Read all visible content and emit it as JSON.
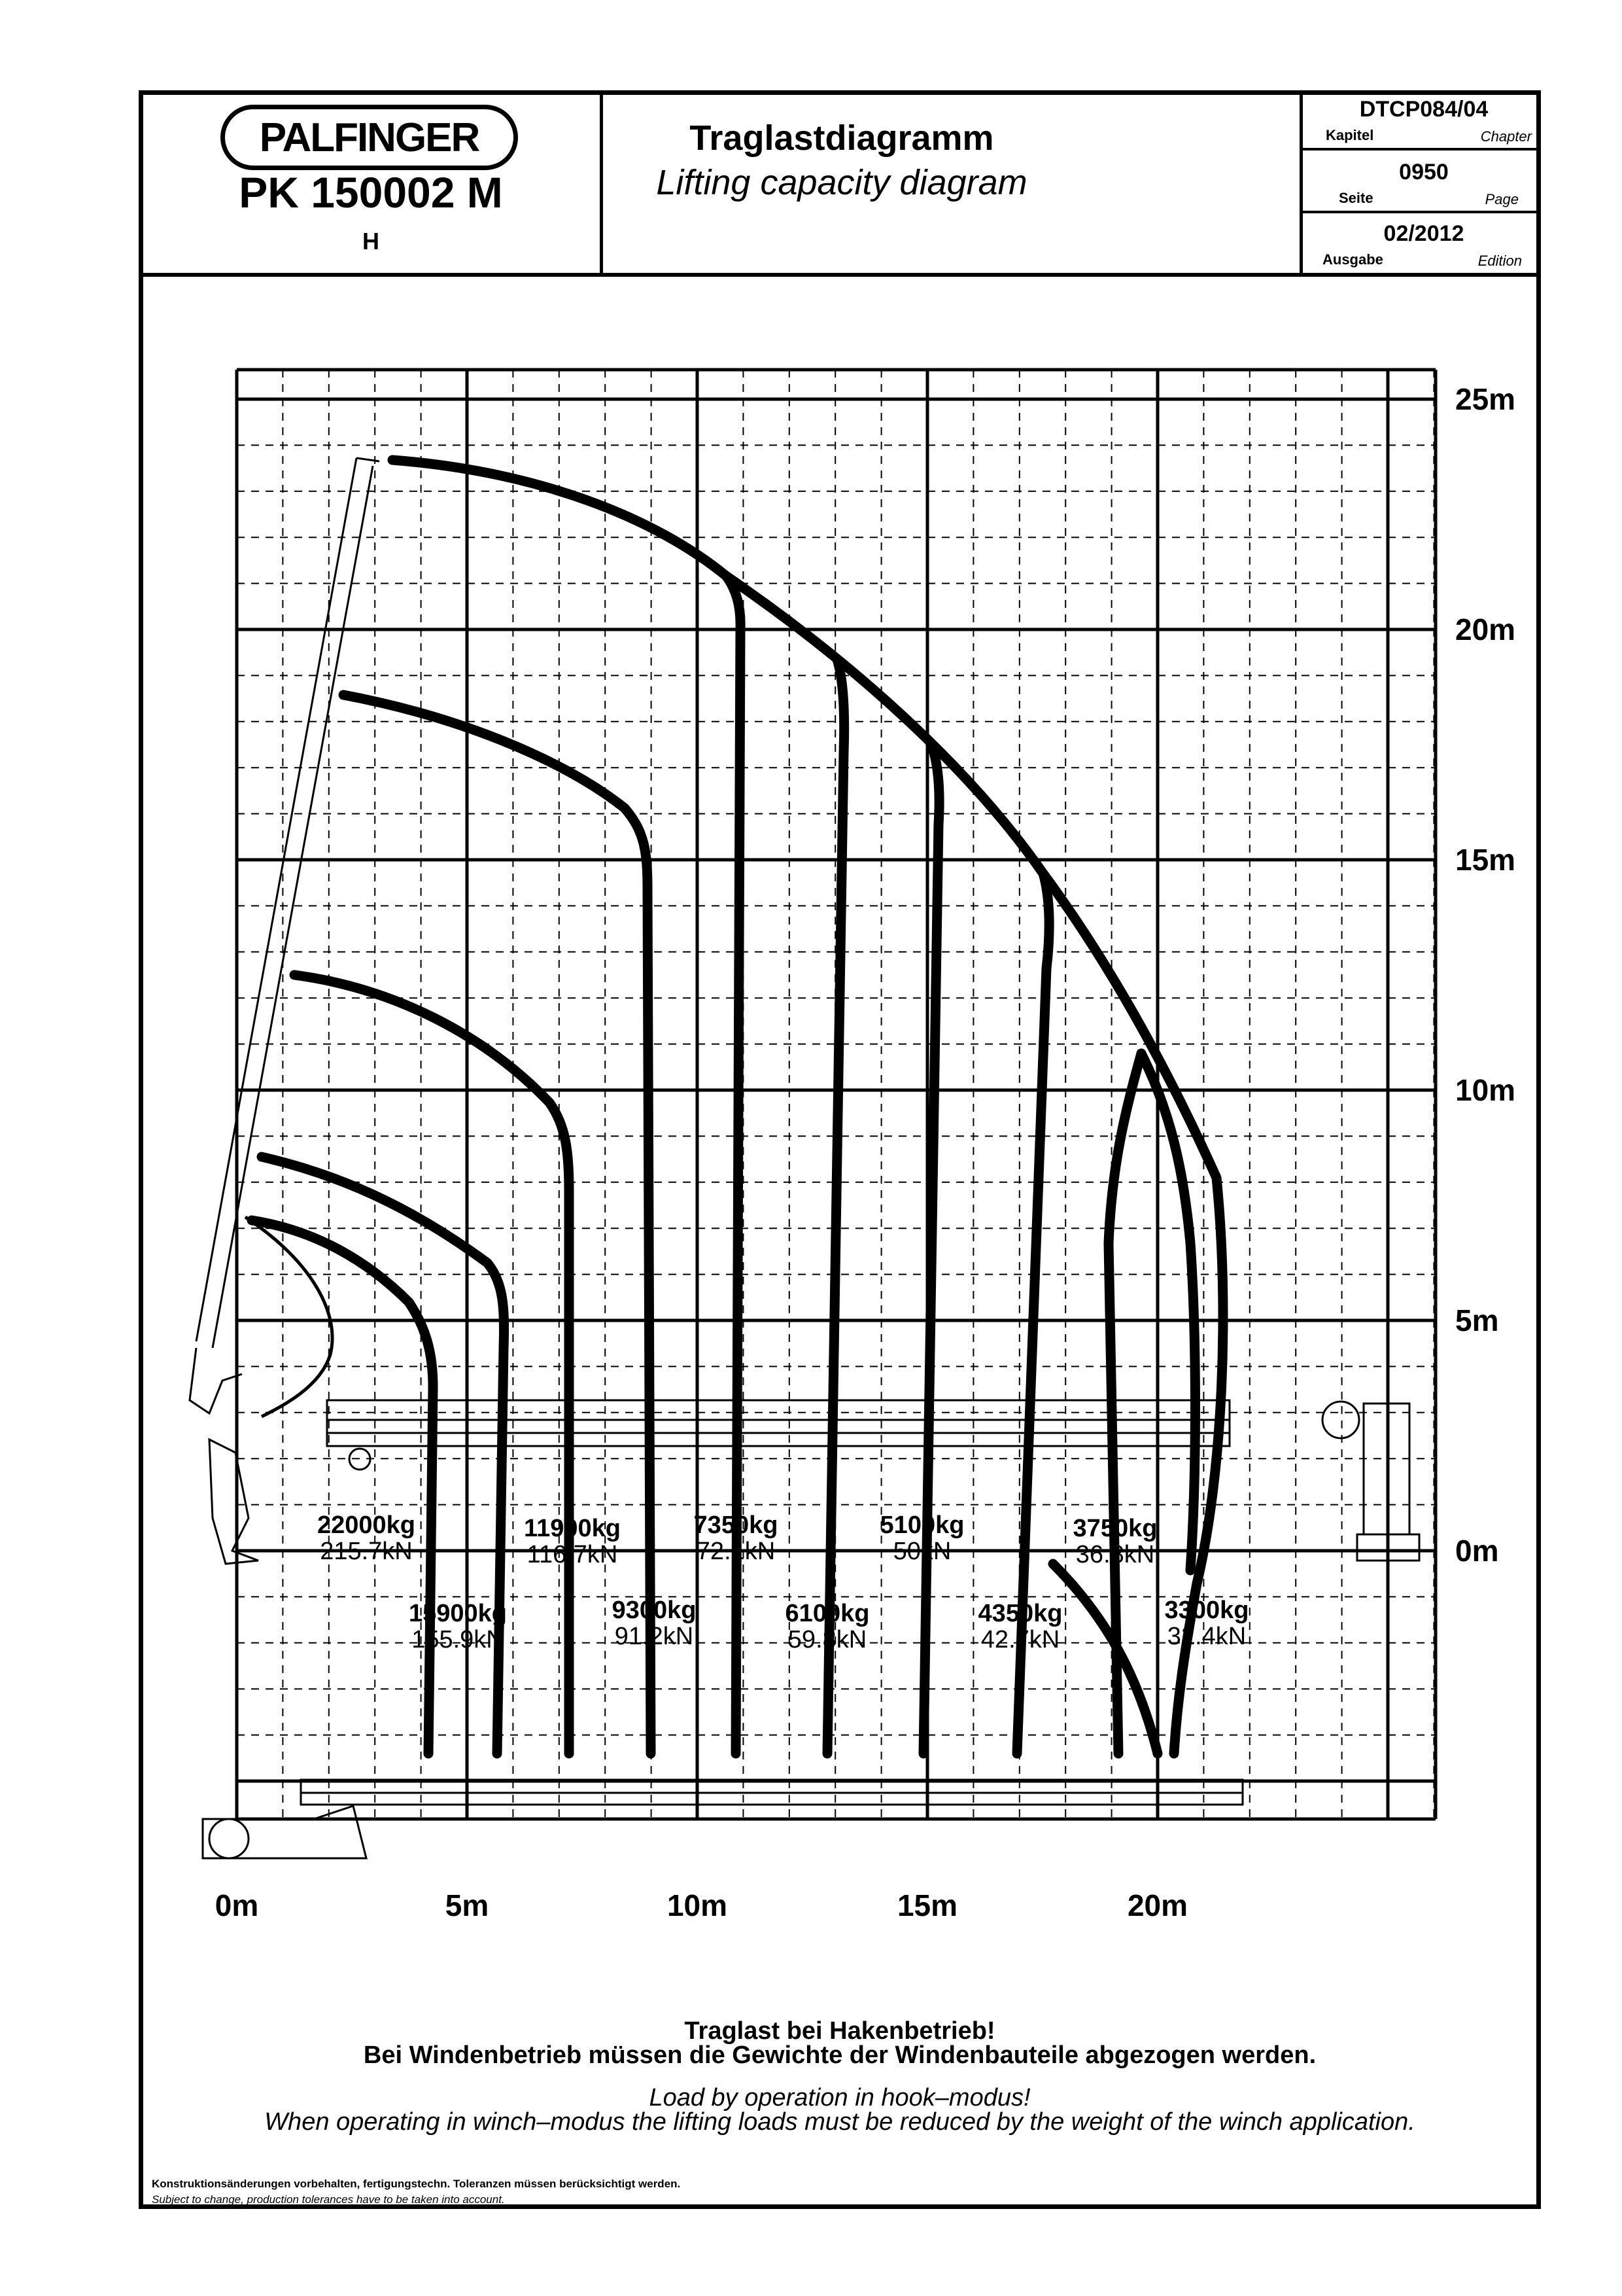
{
  "header": {
    "brand": "PALFINGER",
    "model": "PK 150002 M",
    "variant": "H",
    "title_de": "Traglastdiagramm",
    "title_en": "Lifting capacity diagram",
    "chapter_value": "DTCP084/04",
    "chapter_de": "Kapitel",
    "chapter_en": "Chapter",
    "page_value": "0950",
    "page_de": "Seite",
    "page_en": "Page",
    "edition_value": "02/2012",
    "edition_de": "Ausgabe",
    "edition_en": "Edition"
  },
  "axes": {
    "x_ticks": [
      "0m",
      "5m",
      "10m",
      "15m",
      "20m"
    ],
    "y_ticks": [
      "25m",
      "20m",
      "15m",
      "10m",
      "5m",
      "0m"
    ]
  },
  "loads": [
    {
      "kg": "22000kg",
      "kn": "215.7kN"
    },
    {
      "kg": "15900kg",
      "kn": "155.9kN"
    },
    {
      "kg": "11900kg",
      "kn": "116.7kN"
    },
    {
      "kg": "9300kg",
      "kn": "91.2kN"
    },
    {
      "kg": "7350kg",
      "kn": "72.1kN"
    },
    {
      "kg": "6100kg",
      "kn": "59.8kN"
    },
    {
      "kg": "5100kg",
      "kn": "50kN"
    },
    {
      "kg": "4350kg",
      "kn": "42.7kN"
    },
    {
      "kg": "3750kg",
      "kn": "36.8kN"
    },
    {
      "kg": "3300kg",
      "kn": "32.4kN"
    }
  ],
  "notes": {
    "de_line1": "Traglast bei Hakenbetrieb!",
    "de_line2": "Bei Windenbetrieb müssen die Gewichte der Windenbauteile abgezogen werden.",
    "en_line1": "Load by operation in hook–modus!",
    "en_line2": "When operating in winch–modus the lifting loads must be reduced by the weight of the winch application.",
    "legal_de": "Konstruktionsänderungen vorbehalten, fertigungstechn. Toleranzen müssen berücksichtigt werden.",
    "legal_en": "Subject to change, production tolerances have to be taken into account."
  },
  "colors": {
    "ink": "#000000",
    "paper": "#ffffff"
  }
}
